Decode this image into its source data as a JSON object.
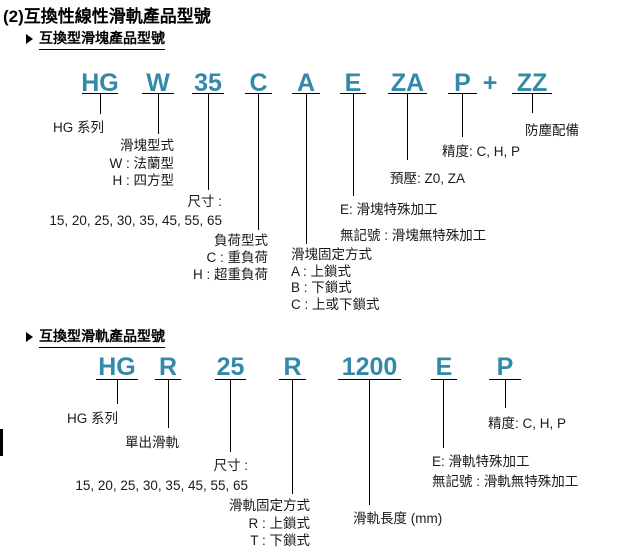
{
  "title": "(2)互換性線性滑軌產品型號",
  "colors": {
    "code_accent": "#3389A8",
    "line": "#000000"
  },
  "s1": {
    "heading": "互換型滑塊產品型號",
    "code": [
      "HG",
      "W",
      "35",
      "C",
      "A",
      "E",
      "ZA",
      "P",
      "+",
      "ZZ"
    ],
    "labels": {
      "series": "HG 系列",
      "block_type": [
        "滑塊型式",
        "W : 法蘭型",
        "H : 四方型"
      ],
      "size": [
        "尺寸 :",
        "15, 20, 25, 30, 35, 45, 55, 65"
      ],
      "load": [
        "負荷型式",
        "C : 重負荷",
        "H : 超重負荷"
      ],
      "fixing": [
        "滑塊固定方式",
        "A : 上鎖式",
        "B : 下鎖式",
        "C : 上或下鎖式"
      ],
      "special_e": "E: 滑塊特殊加工",
      "special_none": "無記號 : 滑塊無特殊加工",
      "preload": "預壓: Z0, ZA",
      "precision": "精度: C, H, P",
      "dust": "防塵配備"
    }
  },
  "s2": {
    "heading": "互換型滑軌產品型號",
    "code": [
      "HG",
      "R",
      "25",
      "R",
      "1200",
      "E",
      "P"
    ],
    "labels": {
      "series": "HG 系列",
      "rail": "單出滑軌",
      "size": [
        "尺寸 :",
        "15, 20, 25, 30, 35, 45, 55, 65"
      ],
      "fixing": [
        "滑軌固定方式",
        "R : 上鎖式",
        "T : 下鎖式"
      ],
      "length": "滑軌長度 (mm)",
      "special_e": "E: 滑軌特殊加工",
      "special_none": "無記號 : 滑軌無特殊加工",
      "precision": "精度: C, H, P"
    }
  }
}
